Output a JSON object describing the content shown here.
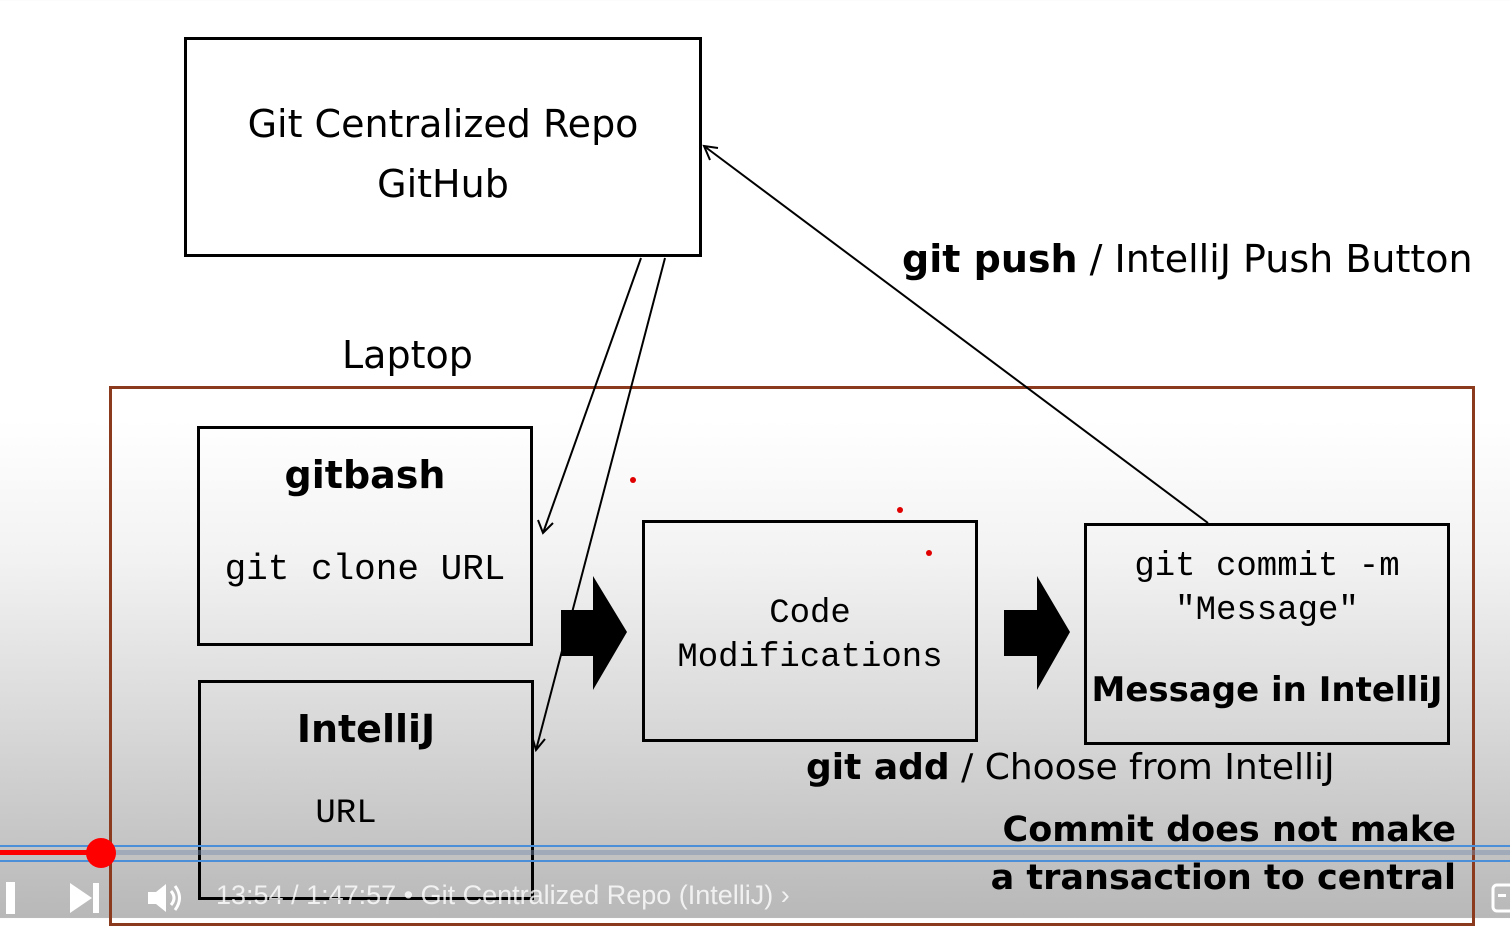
{
  "diagram": {
    "central_repo": {
      "line1": "Git Centralized Repo",
      "line2": "GitHub"
    },
    "laptop_label": "Laptop",
    "push_label": {
      "bold": "git push",
      "rest": " / IntelliJ Push Button"
    },
    "gitbash_box": {
      "title": "gitbash",
      "command": "git clone URL"
    },
    "intellij_box": {
      "title": "IntelliJ",
      "command": "URL"
    },
    "code_box": {
      "line1": "Code",
      "line2": "Modifications"
    },
    "commit_box": {
      "line1": "git commit -m",
      "line2": "\"Message\"",
      "line3": "Message in IntelliJ"
    },
    "add_label": {
      "bold": "git add",
      "rest": " / Choose from IntelliJ"
    },
    "note": {
      "line1": "Commit does not make",
      "line2": "a transaction to central"
    }
  },
  "player": {
    "time": "13:54 / 1:47:57",
    "separator": "•",
    "chapter": "Git Centralized Repo (IntelliJ)",
    "chapter_chevron": "›",
    "progress_fraction": 0.0667,
    "accent": "#ff0000",
    "icons": [
      "pause-icon",
      "next-icon",
      "volume-icon",
      "chevron-right-icon",
      "captions-icon"
    ]
  }
}
